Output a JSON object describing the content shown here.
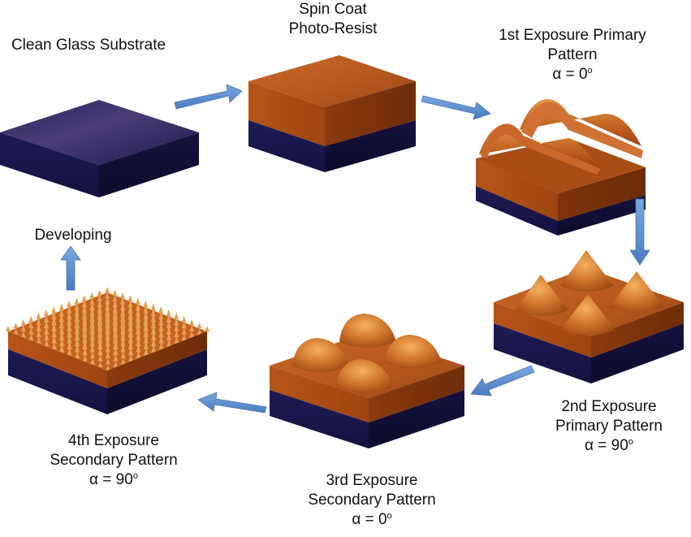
{
  "steps": [
    {
      "name": "clean",
      "lines": [
        "Clean Glass Substrate"
      ]
    },
    {
      "name": "spin",
      "lines": [
        "Spin Coat",
        "Photo-Resist"
      ]
    },
    {
      "name": "exp1",
      "lines": [
        "1st Exposure Primary",
        "Pattern"
      ],
      "alpha": "α = 0",
      "deg": "o"
    },
    {
      "name": "exp2",
      "lines": [
        "2nd Exposure",
        "Primary Pattern"
      ],
      "alpha": "α = 90",
      "deg": "o"
    },
    {
      "name": "exp3",
      "lines": [
        "3rd Exposure",
        "Secondary Pattern"
      ],
      "alpha": "α = 0",
      "deg": "o"
    },
    {
      "name": "exp4",
      "lines": [
        "4th Exposure",
        "Secondary Pattern"
      ],
      "alpha": "α = 90",
      "deg": "o"
    },
    {
      "name": "dev",
      "lines": [
        "Developing"
      ]
    }
  ],
  "colors": {
    "glass": "#1b1850",
    "resist": "#b5541a",
    "resist_light": "#e08a3c",
    "arrow": "#5b8fd1"
  }
}
